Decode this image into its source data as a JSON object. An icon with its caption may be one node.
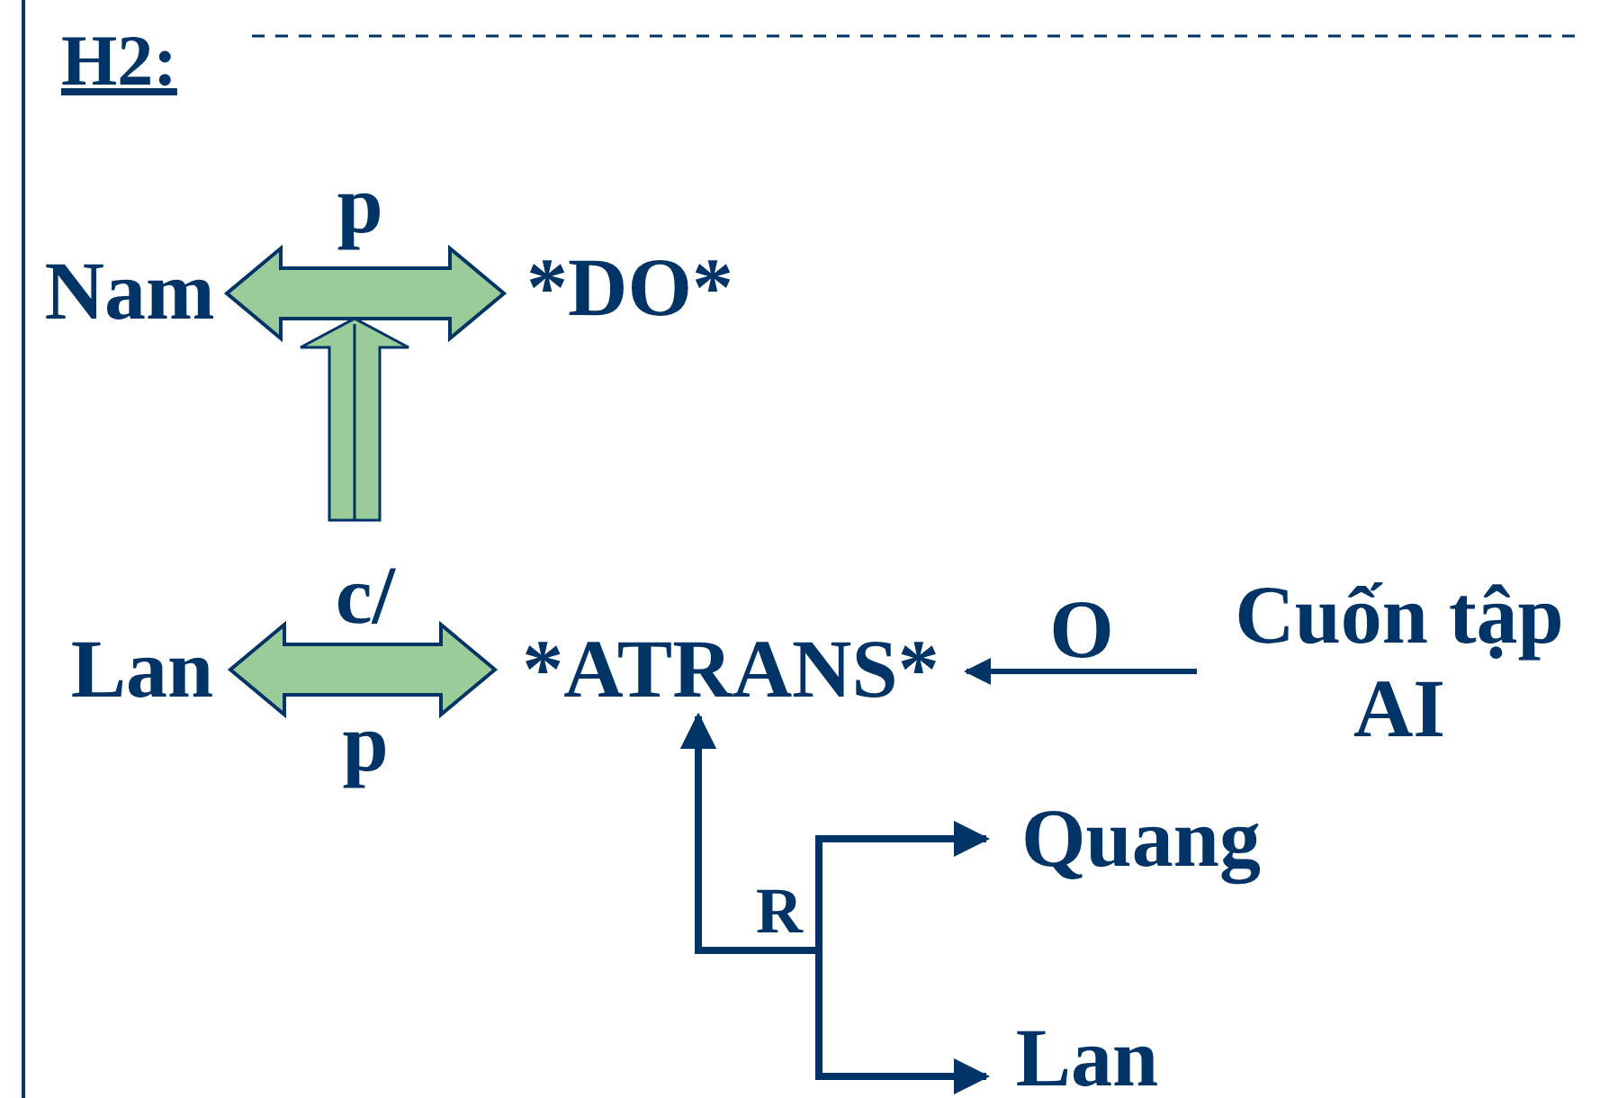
{
  "diagram": {
    "title": "H2:",
    "nodes": [
      {
        "text": [
          "Nam"
        ]
      },
      {
        "text": [
          "*DO*"
        ]
      },
      {
        "text": [
          "Lan"
        ]
      },
      {
        "text": [
          "*ATRANS*"
        ]
      },
      {
        "text": [
          "Cuốn tập AI"
        ]
      },
      {
        "text": [
          "Quang"
        ]
      },
      {
        "text": [
          "Lan"
        ]
      }
    ],
    "edges": [
      {
        "from": 0,
        "to": 1,
        "arrow": "both",
        "label": "p",
        "style": "thick",
        "color": "#99cc99"
      },
      {
        "from": 2,
        "to": 3,
        "arrow": "both",
        "label": "c/ p",
        "style": "thick",
        "color": "#99cc99"
      },
      {
        "from": 4,
        "to": 3,
        "arrow": "to",
        "label": "O"
      },
      {
        "from": 3,
        "to": 5,
        "arrow": "both",
        "label": "R"
      },
      {
        "from": 6,
        "to": 3,
        "arrow": "both"
      }
    ]
  }
}
